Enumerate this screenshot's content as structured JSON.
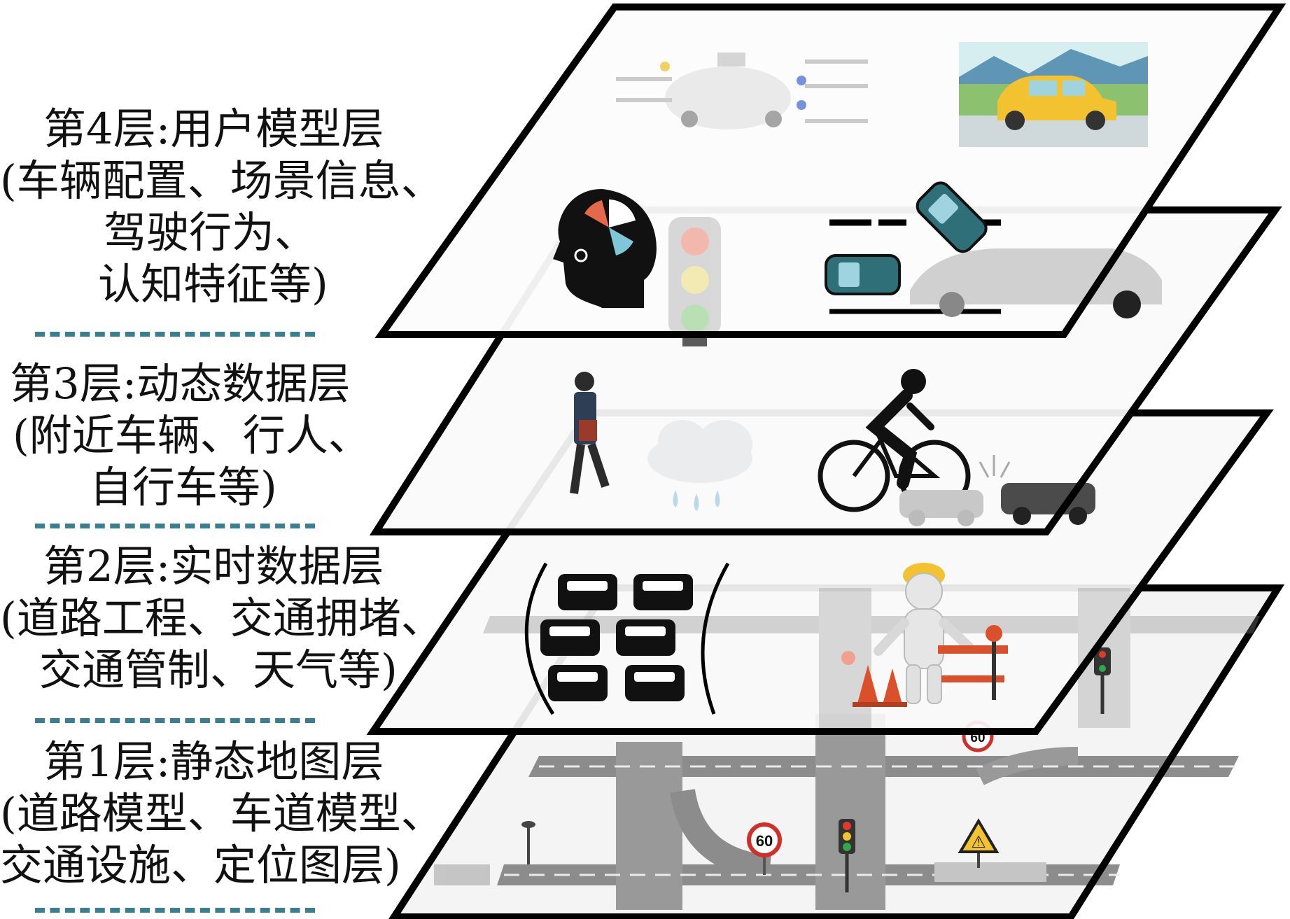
{
  "layers": [
    {
      "id": "layer-4",
      "lines": [
        "第4层:用户模型层",
        "(车辆配置、场景信息、",
        "驾驶行为、",
        "认知特征等)"
      ],
      "icons": [
        "self-driving-car-sensors-icon",
        "yellow-car-icon",
        "head-cognition-icon",
        "traffic-light-icon",
        "cars-lane-change-icon"
      ]
    },
    {
      "id": "layer-3",
      "lines": [
        "第3层:动态数据层",
        "(附近车辆、行人、",
        "自行车等)"
      ],
      "icons": [
        "pedestrian-icon",
        "rain-cloud-icon",
        "cyclist-icon",
        "car-crash-icon"
      ]
    },
    {
      "id": "layer-2",
      "lines": [
        "第2层:实时数据层",
        "(道路工程、交通拥堵、",
        "交通管制、天气等)"
      ],
      "icons": [
        "traffic-jam-cars-icon",
        "road-worker-icon",
        "traffic-cone-icon",
        "road-barrier-icon"
      ]
    },
    {
      "id": "layer-1",
      "lines": [
        "第1层:静态地图层",
        "(道路模型、车道模型、",
        "交通设施、定位图层)"
      ],
      "icons": [
        "road-network-icon",
        "speed-limit-sign-icon",
        "traffic-light-icon",
        "warning-sign-icon",
        "street-lamp-icon"
      ]
    }
  ],
  "signs": {
    "speed_limit": "60"
  },
  "colors": {
    "frame": "#000000",
    "divider": "#3a7f8f",
    "road": "#6f6f6f",
    "cone": "#d9502a",
    "car_teal": "#2e6f78",
    "car_yellow": "#f2c230",
    "sky": "#7ec6d3"
  }
}
